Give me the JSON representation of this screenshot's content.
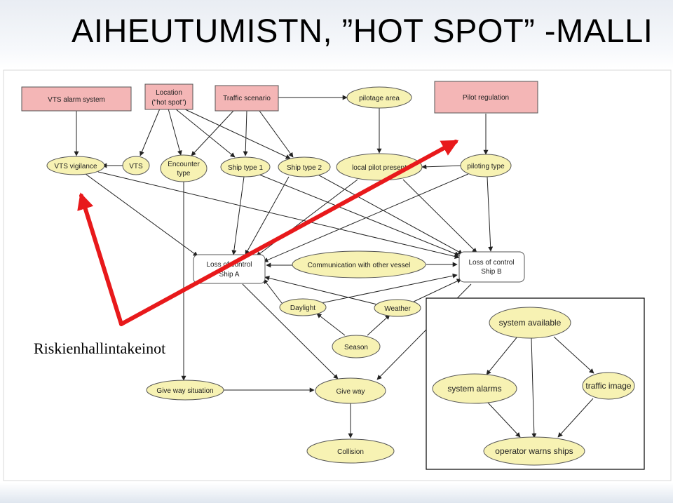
{
  "slide": {
    "title": "AIHEUTUMISTN, ”HOT SPOT” -MALLI",
    "side_label": "Riskienhallintakeinot"
  },
  "colors": {
    "box_fill": "#f4b6b6",
    "ellipse_fill": "#f7f2b3",
    "white_node": "#ffffff",
    "edge": "#222222",
    "highlight_arrow": "#e8191b",
    "inset_border": "#000000"
  },
  "nodes": {
    "vts_alarm": "VTS alarm system",
    "location_l1": "Location",
    "location_l2": "(\"hot spot\")",
    "traffic": "Traffic scenario",
    "pilotage_area": "pilotage area",
    "pilot_regulation": "Pilot regulation",
    "vts_vigilance": "VTS vigilance",
    "vts": "VTS",
    "encounter_l1": "Encounter",
    "encounter_l2": "type",
    "ship_type_1": "Ship type 1",
    "ship_type_2": "Ship type 2",
    "local_pilot": "local pilot present",
    "piloting_type": "piloting type",
    "loss_a_l1": "Loss of control",
    "loss_a_l2": "Ship A",
    "communication": "Communication with other vessel",
    "loss_b_l1": "Loss of control",
    "loss_b_l2": "Ship B",
    "daylight": "Daylight",
    "weather": "Weather",
    "season": "Season",
    "give_way_situation": "Give way situation",
    "give_way": "Give way",
    "collision": "Collision"
  },
  "inset": {
    "system_available": "system available",
    "system_alarms": "system alarms",
    "traffic_image": "traffic image",
    "operator_warns": "operator warns ships"
  }
}
